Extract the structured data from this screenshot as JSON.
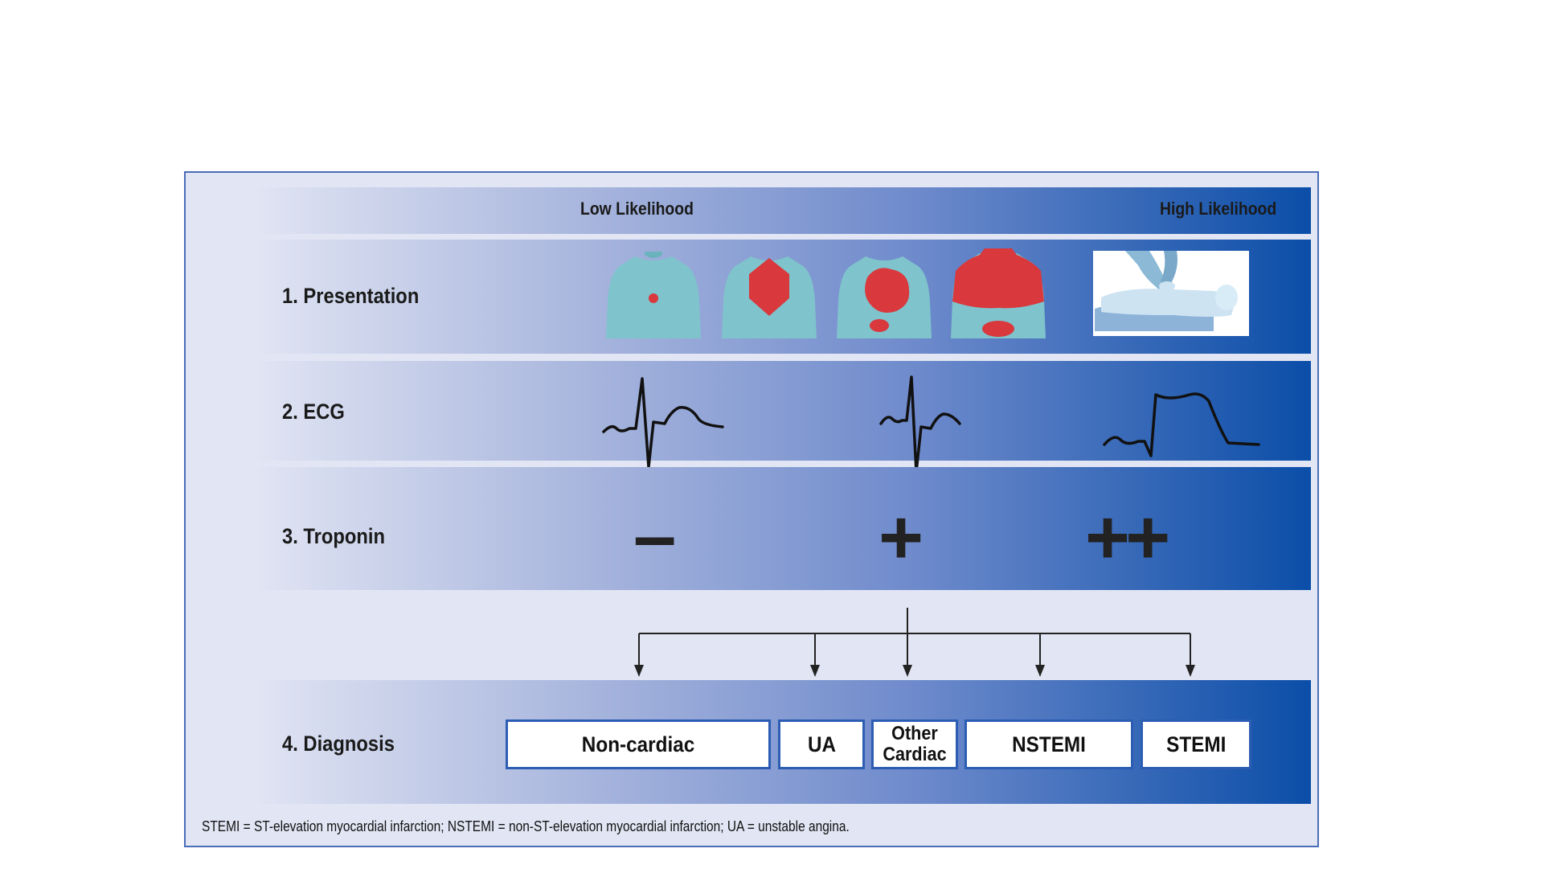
{
  "header": {
    "low": "Low Likelihood",
    "high": "High Likelihood"
  },
  "rows": {
    "presentation": "1. Presentation",
    "ecg": "2. ECG",
    "troponin": "3. Troponin",
    "diagnosis": "4. Diagnosis"
  },
  "troponin_levels": {
    "negative": "–",
    "positive": "+",
    "strong_positive": "++"
  },
  "diagnoses": [
    "Non-cardiac",
    "UA",
    "Other Cardiac",
    "NSTEMI",
    "STEMI"
  ],
  "footnote": "STEMI = ST-elevation myocardial infarction; NSTEMI = non-ST-elevation myocardial infarction; UA = unstable angina.",
  "colors": {
    "band_light": "#e0e4f3",
    "band_dark": "#0b4ea8",
    "pain": "#d9383c",
    "torso": "#7fc3cc"
  }
}
